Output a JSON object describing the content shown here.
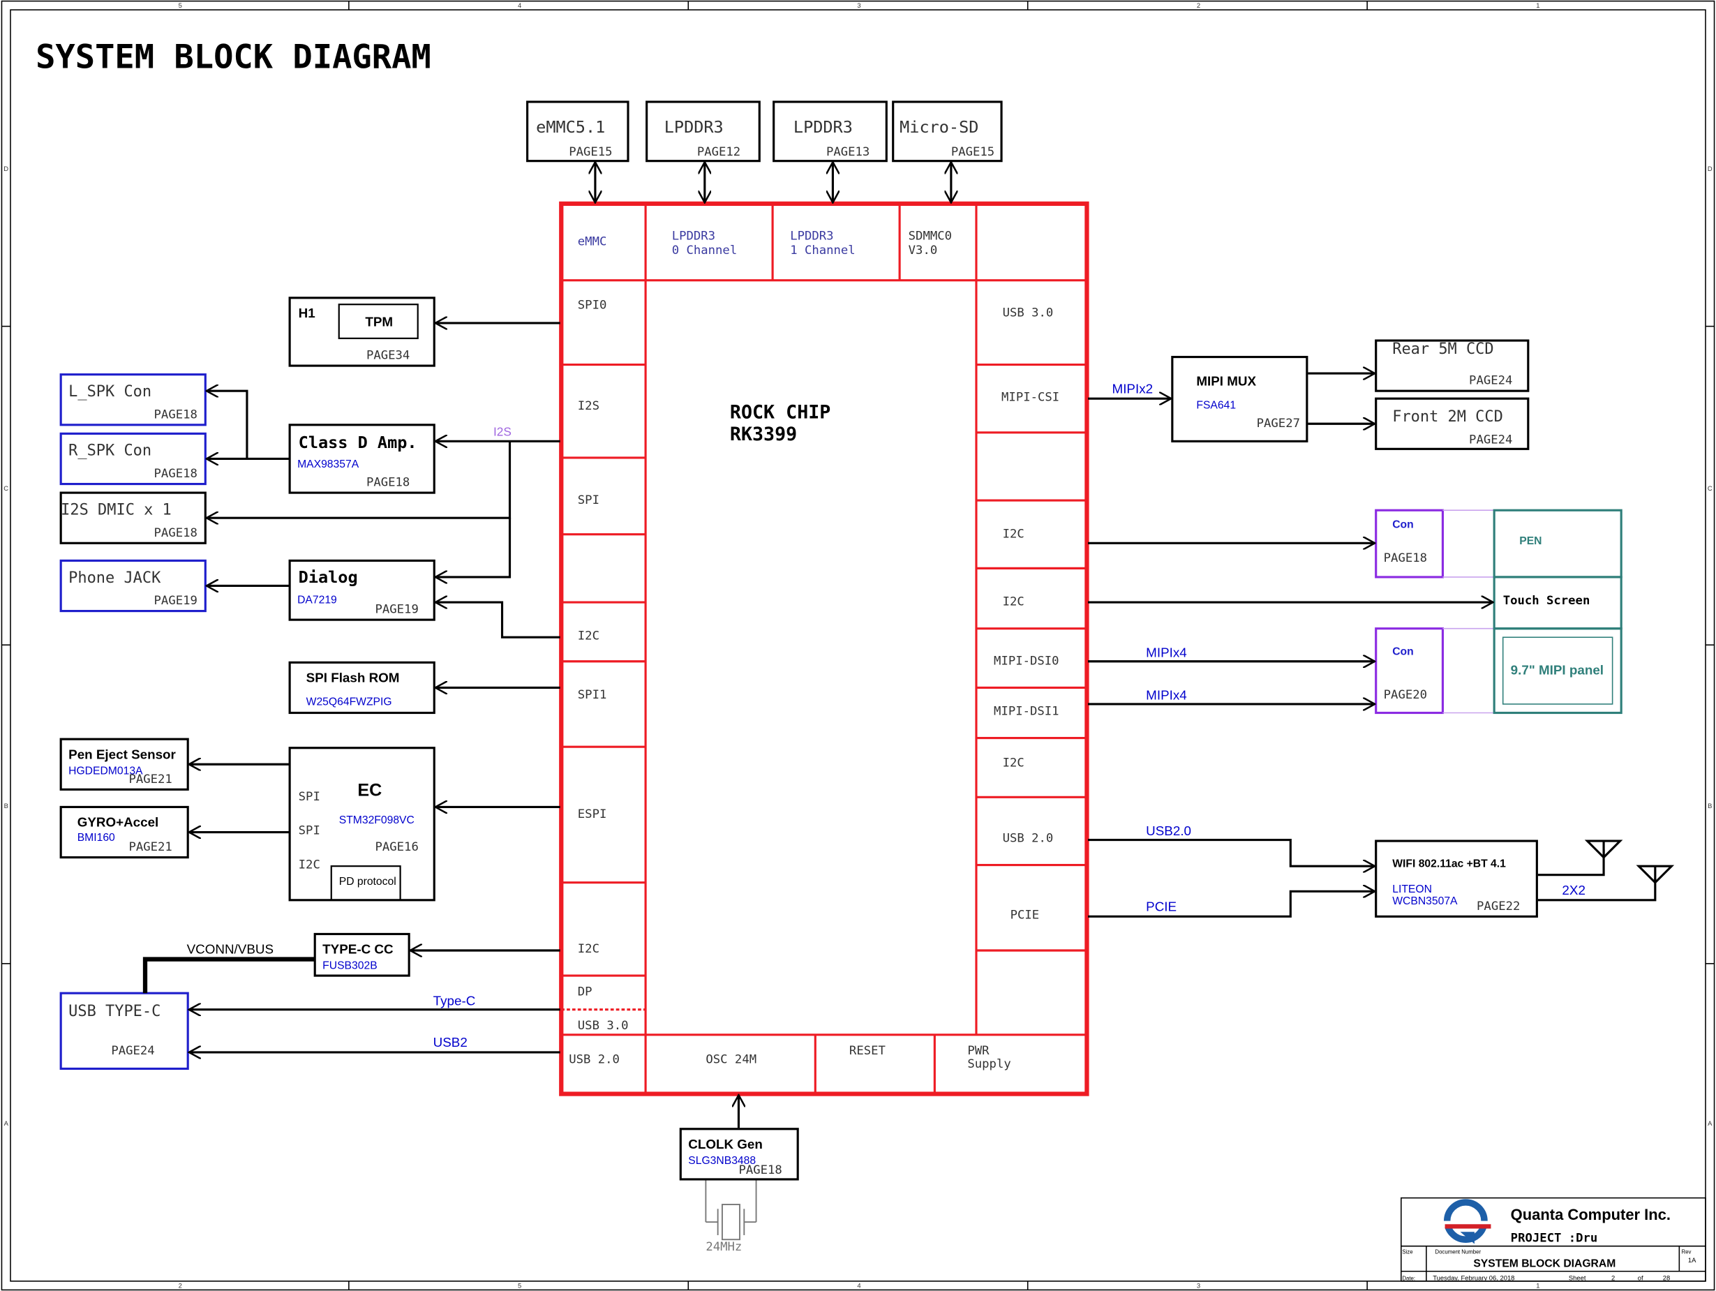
{
  "title": "SYSTEM BLOCK DIAGRAM",
  "border_ticks": {
    "top": [
      "5",
      "4",
      "3",
      "2",
      "1"
    ],
    "bottom": [
      "5",
      "4",
      "3",
      "2",
      "1"
    ],
    "left": [
      "D",
      "C",
      "B",
      "A"
    ],
    "right": [
      "D",
      "C",
      "B",
      "A"
    ]
  },
  "soc": {
    "name_line1": "ROCK CHIP",
    "name_line2": "RK3399",
    "top_cells": [
      {
        "l1": "eMMC",
        "l2": ""
      },
      {
        "l1": "LPDDR3",
        "l2": "0 Channel"
      },
      {
        "l1": "LPDDR3",
        "l2": "1 Channel"
      },
      {
        "l1": "SDMMC0",
        "l2": "V3.0"
      }
    ],
    "left_cells": [
      "SPI0",
      "I2S",
      "SPI",
      "I2C",
      "SPI1",
      "ESPI",
      "I2C",
      "DP",
      "USB 3.0",
      "USB 2.0"
    ],
    "right_cells": [
      "USB 3.0",
      "MIPI-CSI",
      "I2C",
      "I2C",
      "MIPI-DSI0",
      "MIPI-DSI1",
      "I2C",
      "USB 2.0",
      "PCIE"
    ],
    "bottom_cells": [
      {
        "l1": "OSC 24M",
        "l2": ""
      },
      {
        "l1": "RESET",
        "l2": ""
      },
      {
        "l1": "PWR",
        "l2": "Supply"
      }
    ]
  },
  "memory_blocks": [
    {
      "name": "eMMC5.1",
      "page": "PAGE15"
    },
    {
      "name": "LPDDR3",
      "page": "PAGE12"
    },
    {
      "name": "LPDDR3",
      "page": "PAGE13"
    },
    {
      "name": "Micro-SD",
      "page": "PAGE15"
    }
  ],
  "left_blocks": {
    "h1": {
      "name": "H1",
      "inner": "TPM",
      "page": "PAGE34"
    },
    "l_spk": {
      "name": "L_SPK Con",
      "page": "PAGE18"
    },
    "r_spk": {
      "name": "R_SPK Con",
      "page": "PAGE18"
    },
    "class_d": {
      "name": "Class D Amp.",
      "part": "MAX98357A",
      "page": "PAGE18"
    },
    "dmic": {
      "name": "I2S DMIC x 1",
      "page": "PAGE18"
    },
    "phone_jack": {
      "name": "Phone JACK",
      "page": "PAGE19"
    },
    "dialog": {
      "name": "Dialog",
      "part": "DA7219",
      "page": "PAGE19"
    },
    "spi_flash": {
      "name": "SPI Flash ROM",
      "part": "W25Q64FWZPIG"
    },
    "pen_eject": {
      "name": "Pen Eject Sensor",
      "part": "HGDEDM013A",
      "page": "PAGE21"
    },
    "gyro": {
      "name": "GYRO+Accel",
      "part": "BMI160",
      "page": "PAGE21"
    },
    "ec": {
      "name": "EC",
      "part": "STM32F098VC",
      "page": "PAGE16",
      "pins": [
        "SPI",
        "SPI",
        "I2C"
      ],
      "inner": "PD protocol"
    },
    "typec_cc": {
      "name": "TYPE-C CC",
      "part": "FUSB302B"
    },
    "usb_typec": {
      "name": "USB TYPE-C",
      "page": "PAGE24"
    }
  },
  "right_blocks": {
    "mipi_mux": {
      "name": "MIPI MUX",
      "part": "FSA641",
      "page": "PAGE27"
    },
    "rear_ccd": {
      "name": "Rear 5M CCD",
      "page": "PAGE24"
    },
    "front_ccd": {
      "name": "Front 2M CCD",
      "page": "PAGE24"
    },
    "con_pen": {
      "name": "Con",
      "page": "PAGE18"
    },
    "pen": {
      "name": "PEN"
    },
    "touch": {
      "name": "Touch Screen"
    },
    "con_panel": {
      "name": "Con",
      "page": "PAGE20"
    },
    "panel": {
      "name": "9.7\" MIPI panel"
    },
    "wifi": {
      "name": "WIFI 802.11ac +BT 4.1",
      "part1": "LITEON",
      "part2": "WCBN3507A",
      "page": "PAGE22"
    }
  },
  "bottom_blocks": {
    "clock": {
      "name": "CLOLK Gen",
      "part": "SLG3NB3488",
      "page": "PAGE18"
    },
    "crystal": {
      "name": "24MHz"
    }
  },
  "signal_labels": {
    "i2s": "I2S",
    "mipix2": "MIPIx2",
    "mipix4_a": "MIPIx4",
    "mipix4_b": "MIPIx4",
    "usb2_0": "USB2.0",
    "pcie": "PCIE",
    "ant": "2X2",
    "vconn": "VCONN/VBUS",
    "typec": "Type-C",
    "usb2": "USB2"
  },
  "title_block": {
    "company": "Quanta Computer Inc.",
    "project": "PROJECT :Dru",
    "size_label": "Size",
    "docnum_label": "Document Number",
    "rev_label": "Rev",
    "rev": "1A",
    "doc_title": "SYSTEM BLOCK DIAGRAM",
    "date_label": "Date:",
    "date": "Tuesday, February 06, 2018",
    "sheet_label": "Sheet",
    "sheet": "2",
    "of_label": "of",
    "total": "28"
  },
  "colors": {
    "soc": "#ee1c24",
    "blue_border": "#1f1fcc",
    "blue_text": "#0000cc",
    "purple": "#8b2be2",
    "teal": "#2f7f7a",
    "logo_blue": "#1d5fa8",
    "logo_red": "#d32027",
    "i2s_label": "#a066e0"
  }
}
